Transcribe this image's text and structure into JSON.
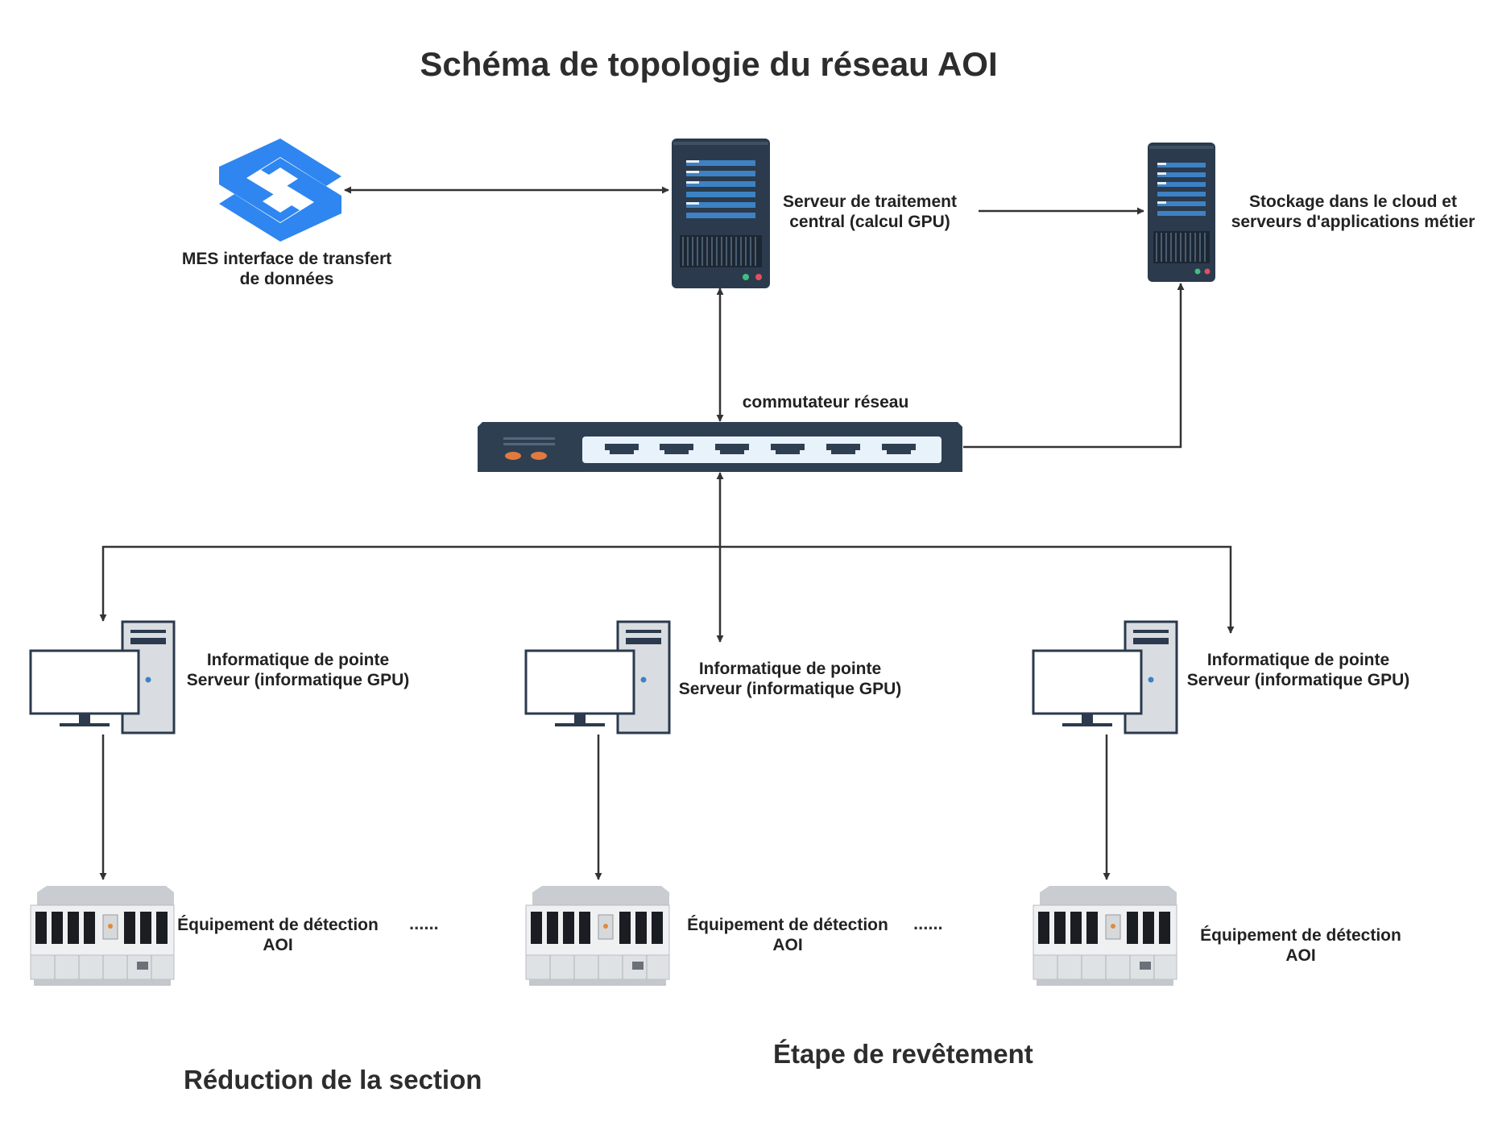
{
  "title": "Schéma de topologie du réseau AOI",
  "nodes": {
    "mes": {
      "line1": "MES interface de transfert",
      "line2": "de données"
    },
    "central_server": {
      "line1": "Serveur de traitement",
      "line2": "central (calcul GPU)"
    },
    "cloud": {
      "line1": "Stockage dans le cloud et",
      "line2": "serveurs d'applications métier"
    },
    "switch": {
      "label": "commutateur réseau"
    },
    "edge_servers": [
      {
        "line1": "Informatique de pointe",
        "line2": "Serveur (informatique GPU)"
      },
      {
        "line1": "Informatique de pointe",
        "line2": "Serveur (informatique GPU)"
      },
      {
        "line1": "Informatique de pointe",
        "line2": "Serveur (informatique GPU)"
      }
    ],
    "aoi_equipment": [
      {
        "line1": "Équipement de détection",
        "line2": "AOI"
      },
      {
        "line1": "Équipement de détection",
        "line2": "AOI"
      },
      {
        "line1": "Équipement de détection",
        "line2": "AOI"
      }
    ]
  },
  "ellipsis": [
    "......",
    "......"
  ],
  "sections": {
    "left": "Réduction de la section",
    "right": "Étape de revêtement"
  },
  "colors": {
    "server_dark": "#2b3a4c",
    "server_bar": "#3d82c4",
    "mes_blue": "#2f86f0",
    "switch_body": "#2f3f52",
    "line": "#333333"
  }
}
